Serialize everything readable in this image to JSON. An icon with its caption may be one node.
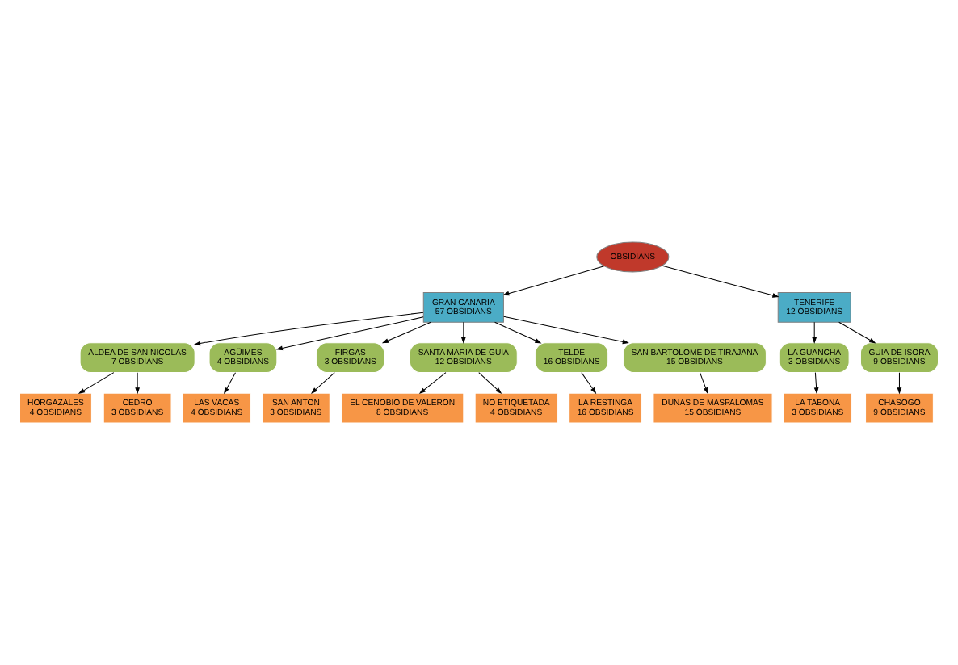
{
  "diagram": {
    "nodes": [
      {
        "text": [
          "OBSIDIANS"
        ]
      },
      {
        "text": [
          "LA GUANCHA",
          "3 OBSIDIANS"
        ]
      },
      {
        "text": [
          "LA TABONA",
          "3 OBSIDIANS"
        ]
      },
      {
        "text": [
          "GRAN CANARIA",
          "57 OBSIDIANS"
        ]
      },
      {
        "text": [
          "TENERIFE",
          "12 OBSIDIANS"
        ]
      },
      {
        "text": [
          "ALDEA DE SAN NICOLAS",
          "7 OBSIDIANS"
        ]
      },
      {
        "text": [
          "AGÜIMES",
          "4 OBSIDIANS"
        ]
      },
      {
        "text": [
          "FIRGAS",
          "3 OBSIDIANS"
        ]
      },
      {
        "text": [
          "SANTA MARIA DE GUIA",
          "12 OBSIDIANS"
        ]
      },
      {
        "text": [
          "TELDE",
          "16 OBSIDIANS"
        ]
      },
      {
        "text": [
          "SAN BARTOLOME DE TIRAJANA",
          "15 OBSIDIANS"
        ]
      },
      {
        "text": [
          "GUIA DE ISORA",
          "9 OBSIDIANS"
        ]
      },
      {
        "text": [
          "LAS VACAS",
          "4 OBSIDIANS"
        ]
      },
      {
        "text": [
          "SAN ANTON",
          "3 OBSIDIANS"
        ]
      },
      {
        "text": [
          "HORGAZALES",
          "4 OBSIDIANS"
        ]
      },
      {
        "text": [
          "CHASOGO",
          "9 OBSIDIANS"
        ]
      },
      {
        "text": [
          "LA RESTINGA",
          "16 OBSIDIANS"
        ]
      },
      {
        "text": [
          "EL CENOBIO DE VALERON",
          "8 OBSIDIANS"
        ]
      },
      {
        "text": [
          "DUNAS DE MASPALOMAS",
          "15 OBSIDIANS"
        ]
      },
      {
        "text": [
          "NO ETIQUETADA",
          "4 OBSIDIANS"
        ]
      },
      {
        "text": [
          "CEDRO",
          "3 OBSIDIANS"
        ]
      }
    ],
    "edges": [
      {
        "from": 0,
        "to": 3,
        "arrow": "to"
      },
      {
        "from": 0,
        "to": 4,
        "arrow": "to"
      },
      {
        "from": 4,
        "to": 1,
        "arrow": "to"
      },
      {
        "from": 1,
        "to": 2,
        "arrow": "to"
      },
      {
        "from": 4,
        "to": 11,
        "arrow": "to"
      },
      {
        "from": 11,
        "to": 15,
        "arrow": "to"
      },
      {
        "from": 3,
        "to": 5,
        "arrow": "to"
      },
      {
        "from": 3,
        "to": 6,
        "arrow": "to"
      },
      {
        "from": 3,
        "to": 7,
        "arrow": "to"
      },
      {
        "from": 3,
        "to": 8,
        "arrow": "to"
      },
      {
        "from": 3,
        "to": 9,
        "arrow": "to"
      },
      {
        "from": 3,
        "to": 10,
        "arrow": "to"
      },
      {
        "from": 5,
        "to": 14,
        "arrow": "to"
      },
      {
        "from": 5,
        "to": 20,
        "arrow": "to"
      },
      {
        "from": 6,
        "to": 12,
        "arrow": "to"
      },
      {
        "from": 7,
        "to": 13,
        "arrow": "to"
      },
      {
        "from": 8,
        "to": 17,
        "arrow": "to"
      },
      {
        "from": 8,
        "to": 19,
        "arrow": "to"
      },
      {
        "from": 9,
        "to": 16,
        "arrow": "to"
      },
      {
        "from": 10,
        "to": 18,
        "arrow": "to"
      }
    ]
  }
}
